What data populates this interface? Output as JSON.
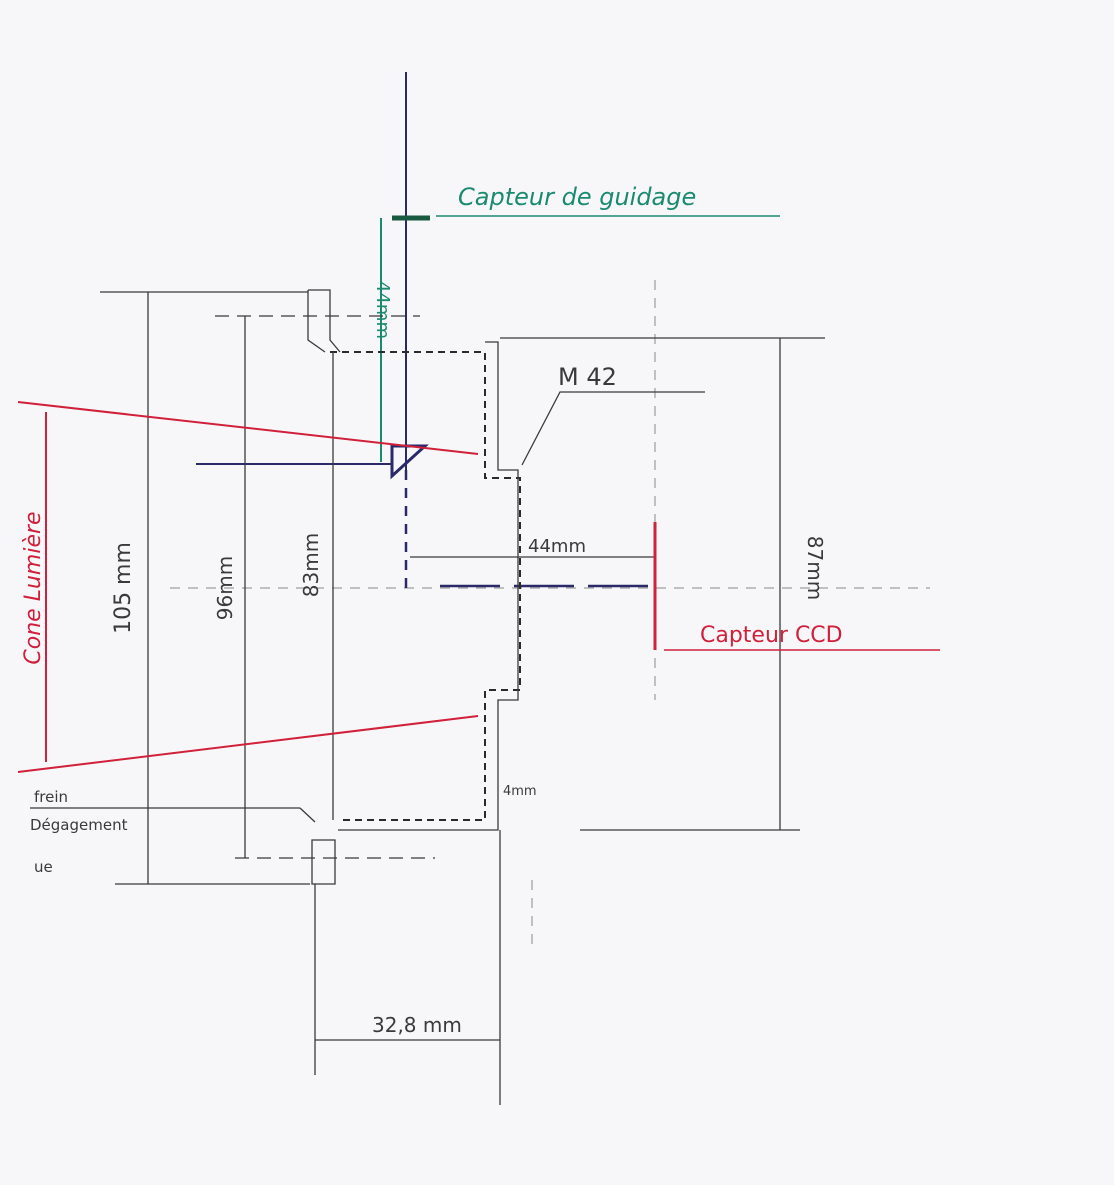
{
  "labels": {
    "guide_sensor": "Capteur de guidage",
    "guide_distance": "44mm",
    "diameter_105": "105 mm",
    "diameter_96": "96mm",
    "diameter_83": "83mm",
    "ccd_distance": "44mm",
    "height_87": "87mm",
    "ccd_sensor": "Capteur CCD",
    "light_cone": "Cone Lumière",
    "thread": "M 42",
    "brake": "frein",
    "clearance": "Dégagement",
    "view": "ue",
    "thread_length": "4mm",
    "width_32_8": "32,8 mm"
  },
  "colors": {
    "ink": "#3a3a3a",
    "blue": "#2a2a6a",
    "green": "#1a8a70",
    "red": "#d0203a"
  }
}
